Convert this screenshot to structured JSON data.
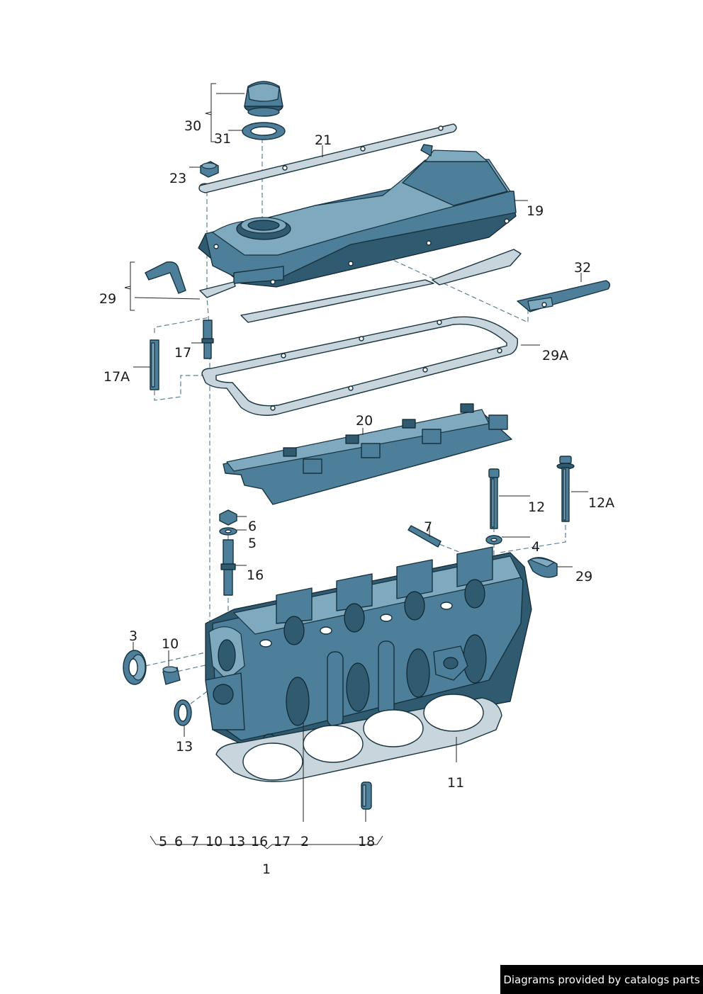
{
  "labels": {
    "l1": "1",
    "l2": "2",
    "l3": "3",
    "l4": "4",
    "l5": "5",
    "l6": "6",
    "l7": "7",
    "l10": "10",
    "l11": "11",
    "l12": "12",
    "l12a": "12A",
    "l13": "13",
    "l16": "16",
    "l17": "17",
    "l17a": "17A",
    "l18": "18",
    "l19": "19",
    "l20": "20",
    "l21": "21",
    "l23": "23",
    "l29a": "29",
    "l29b": "29",
    "l29c": "29A",
    "l30": "30",
    "l31": "31",
    "l32": "32"
  },
  "kit_row": {
    "k5": "5",
    "k6": "6",
    "k7": "7",
    "k10": "10",
    "k13": "13",
    "k16": "16",
    "k17": "17",
    "k2": "2",
    "k18": "18"
  },
  "credit": "Diagrams provided by catalogs parts"
}
